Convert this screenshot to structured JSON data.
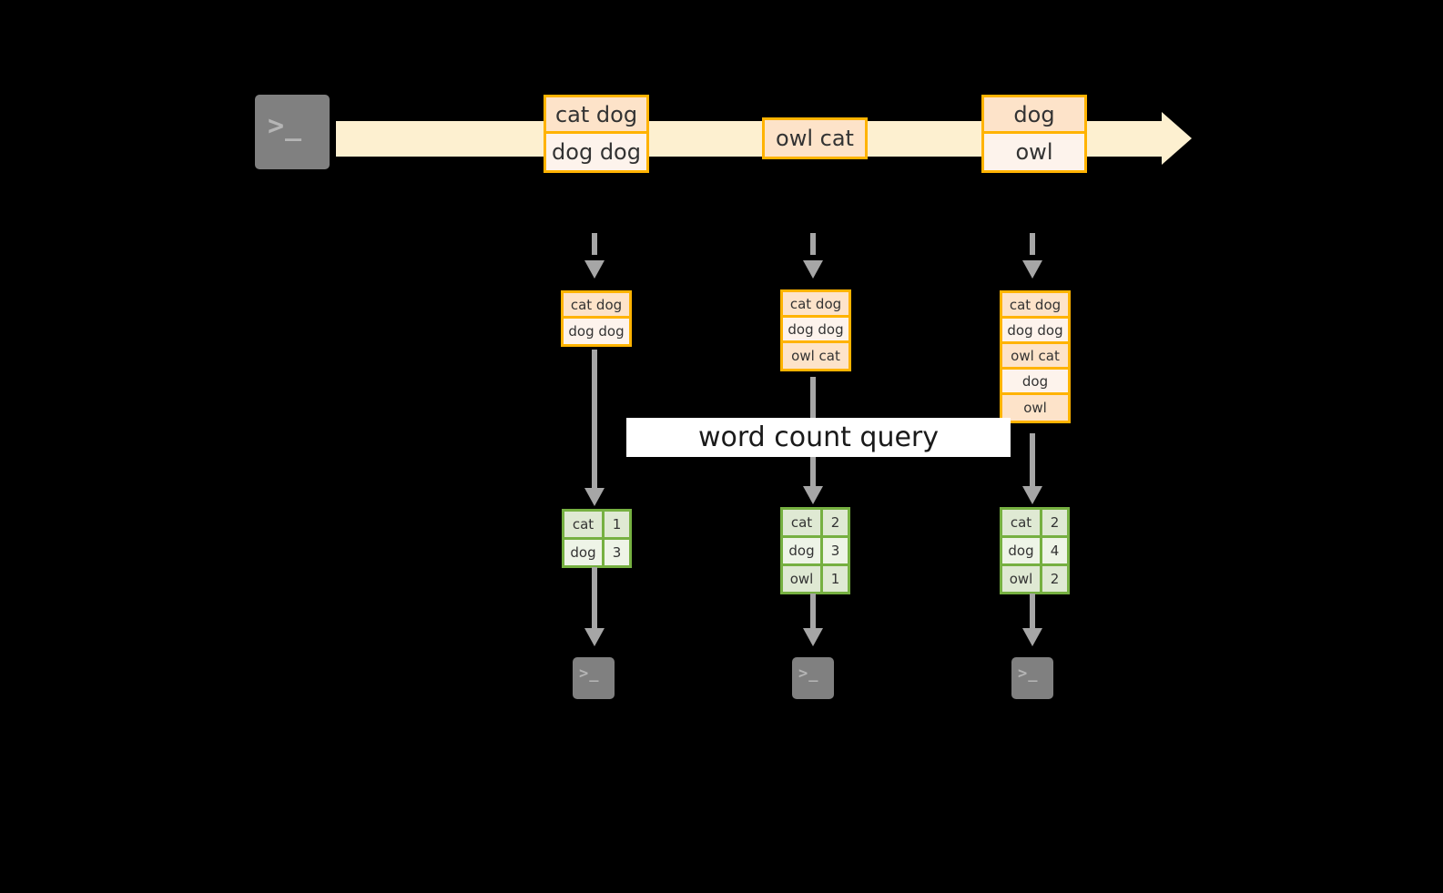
{
  "diagram": {
    "title": "word count query streaming diagram",
    "colors": {
      "background": "#000000",
      "stream_band": "#fdf0d0",
      "message_border": "#ffb300",
      "message_fill_dark": "#fde3c9",
      "message_fill_light": "#fdf3ec",
      "result_border": "#76b041",
      "result_fill_dark": "#dfe9d3",
      "result_fill_light": "#eef4e7",
      "arrow": "#a6a6a6",
      "terminal_body": "#808080",
      "terminal_hatch": "#9e9e9e",
      "label_band": "#ffffff",
      "text": "#333333"
    },
    "query_label": "word count query",
    "producer": {
      "icon": "terminal-icon",
      "prompt": ">_"
    },
    "stream": {
      "icon": "stream-arrow-icon",
      "messages": [
        {
          "lines": [
            "cat dog",
            "dog dog"
          ]
        },
        {
          "lines": [
            "owl cat"
          ]
        },
        {
          "lines": [
            "dog",
            "owl"
          ]
        }
      ]
    },
    "snapshots": [
      {
        "id": "snapshot-1",
        "input_lines": [
          "cat dog",
          "dog dog"
        ],
        "result": {
          "rows": [
            {
              "word": "cat",
              "count": "1"
            },
            {
              "word": "dog",
              "count": "3"
            }
          ]
        },
        "consumer": {
          "icon": "terminal-icon",
          "prompt": ">_"
        }
      },
      {
        "id": "snapshot-2",
        "input_lines": [
          "cat dog",
          "dog dog",
          "owl cat"
        ],
        "result": {
          "rows": [
            {
              "word": "cat",
              "count": "2"
            },
            {
              "word": "dog",
              "count": "3"
            },
            {
              "word": "owl",
              "count": "1"
            }
          ]
        },
        "consumer": {
          "icon": "terminal-icon",
          "prompt": ">_"
        }
      },
      {
        "id": "snapshot-3",
        "input_lines": [
          "cat dog",
          "dog dog",
          "owl cat",
          "dog",
          "owl"
        ],
        "result": {
          "rows": [
            {
              "word": "cat",
              "count": "2"
            },
            {
              "word": "dog",
              "count": "4"
            },
            {
              "word": "owl",
              "count": "2"
            }
          ]
        },
        "consumer": {
          "icon": "terminal-icon",
          "prompt": ">_"
        }
      }
    ]
  }
}
